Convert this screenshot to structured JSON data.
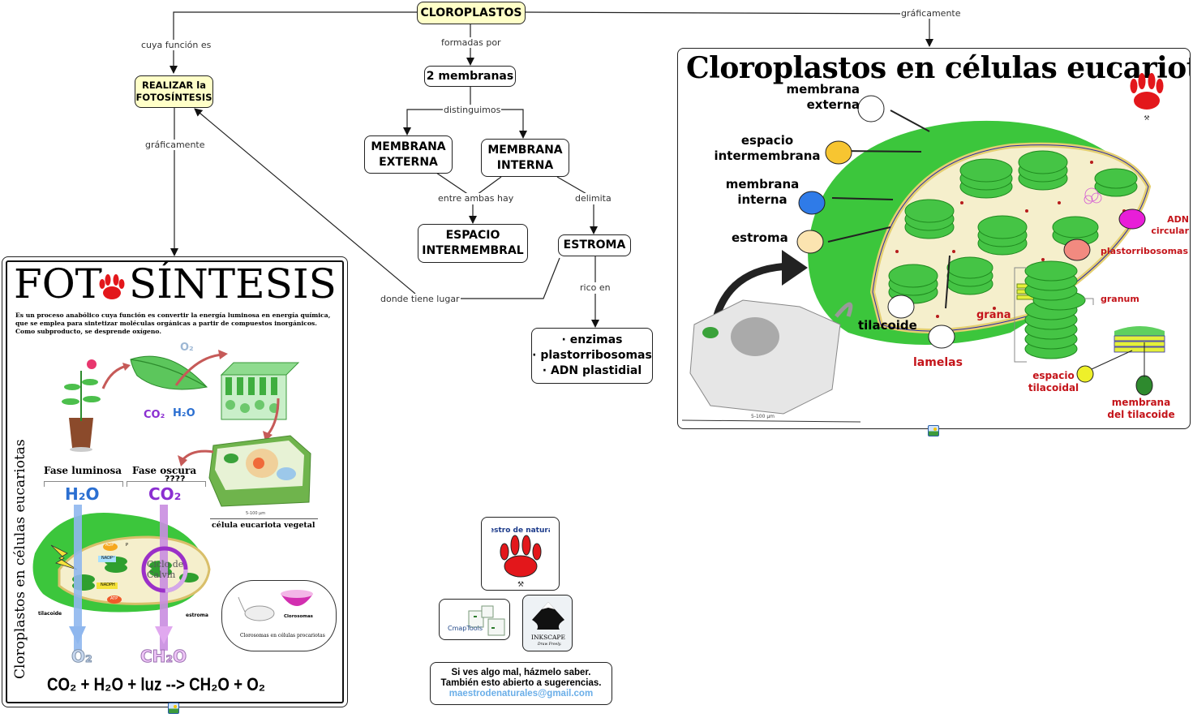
{
  "nodes": {
    "cloroplastos": "CLOROPLASTOS",
    "realizar": "REALIZAR la\nFOTOSÍNTESIS",
    "dos_membranas": "2 membranas",
    "membrana_externa": "MEMBRANA\nEXTERNA",
    "membrana_interna": "MEMBRANA\nINTERNA",
    "espacio_intermembral": "ESPACIO\nINTERMEMBRAL",
    "estroma": "ESTROMA",
    "rico_lista": "· enzimas\n· plastorribosomas\n· ADN plastidial"
  },
  "links": {
    "cuya_funcion": "cuya función es",
    "formadas_por": "formadas por",
    "graficamente_right": "gráficamente",
    "graficamente_left": "gráficamente",
    "distinguimos": "distinguimos",
    "entre_ambas": "entre ambas hay",
    "delimita": "delimita",
    "donde_tiene_lugar": "donde tiene lugar",
    "rico_en": "rico en"
  },
  "fotosintesis_panel": {
    "title_left": "FOT",
    "title_right": "SÍNTESIS",
    "description": "Es un proceso anabólico cuya función es convertir la energía luminosa en energía química, que se emplea para sintetizar moléculas orgánicas a partir de compuestos inorgánicos. Como subproducto, se desprende oxígeno.",
    "o2_top": "O₂",
    "co2_leaf": "CO₂",
    "h2o_leaf": "H₂O",
    "scale": "5-100 µm",
    "cell_caption": "célula eucariota vegetal",
    "vertical_title": "Cloroplastos en células eucariotas",
    "fase_luminosa": "Fase luminosa",
    "fase_oscura": "Fase oscura",
    "question_marks": "????",
    "h2o_big": "H₂O",
    "co2_big": "CO₂",
    "adp": "ADP",
    "nadp": "NADP⁺",
    "nadph": "NADPH",
    "atp": "ATP",
    "pi": "P",
    "ciclo": "Ciclo de\nCalvin",
    "tilacoide": "tilacoide",
    "estroma": "estroma",
    "clorosomas": "Clorosomas",
    "clorosomas_caption": "Clorosomas en células procariotas",
    "o2_out": "O₂",
    "ch2o_out": "CH₂O",
    "equation": "CO₂ + H₂O + luz  --> CH₂O + O₂"
  },
  "cloroplasto_panel": {
    "title": "Cloroplastos en células eucariotas",
    "labels": {
      "membrana_externa": "membrana\nexterna",
      "espacio_intermembrana": "espacio\nintermembrana",
      "membrana_interna": "membrana\ninterna",
      "estroma": "estroma",
      "tilacoide": "tilacoide",
      "lamelas": "lamelas",
      "grana": "grana",
      "granum": "granum",
      "adn_circular": "ADN\ncircular",
      "plastorribosomas": "plastorribosomas",
      "espacio_tilacoidal": "espacio\ntilacoidal",
      "membrana_tilacoide": "membrana\ndel tilacoide"
    },
    "scale": "5-100 µm"
  },
  "logos": {
    "maestro_text": "maestro de naturales",
    "cmaptools": "CmapTools",
    "inkscape": "INKSCAPE",
    "inkscape_tagline": "Draw Freely."
  },
  "contact": {
    "line1": "Si ves algo mal, házmelo saber.",
    "line2": "También esto abierto a sugerencias.",
    "email": "maestrodenaturales@gmail.com"
  },
  "colors": {
    "node_yellow": "#ffffc8",
    "leaf_green": "#3cc63c",
    "label_red": "#c4141a",
    "email_blue": "#6aaee8",
    "paw_red": "#e3171b"
  }
}
